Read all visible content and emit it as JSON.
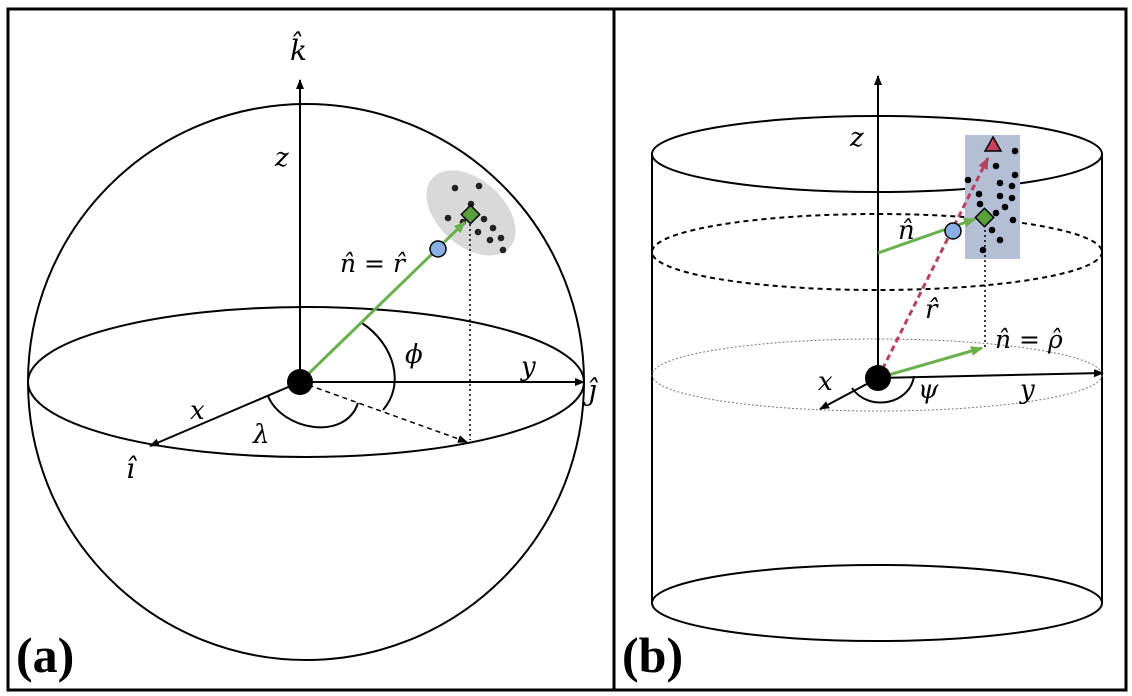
{
  "panel_a": {
    "tag": "(a)",
    "axis_k": "k̂",
    "axis_j": "ĵ",
    "axis_i": "î",
    "axis_z": "z",
    "axis_y": "y",
    "axis_x": "x",
    "angle_phi": "ϕ",
    "angle_lambda": "λ",
    "vector_label": "n̂ = r̂"
  },
  "panel_b": {
    "tag": "(b)",
    "axis_z": "z",
    "axis_x": "x",
    "axis_y": "y",
    "angle_psi": "ψ",
    "vector_n": "n̂",
    "vector_r": "r̂",
    "vector_rho": "n̂ = ρ̂"
  },
  "colors": {
    "green_vector": "#6ab04c",
    "blue_marker": "#8aaee6",
    "green_marker": "#5aa03a",
    "red_marker": "#c8405a",
    "red_dashed": "#b8405e",
    "gray_ellipse": "#d9d9d9",
    "blue_rect": "#b4bfd6"
  }
}
